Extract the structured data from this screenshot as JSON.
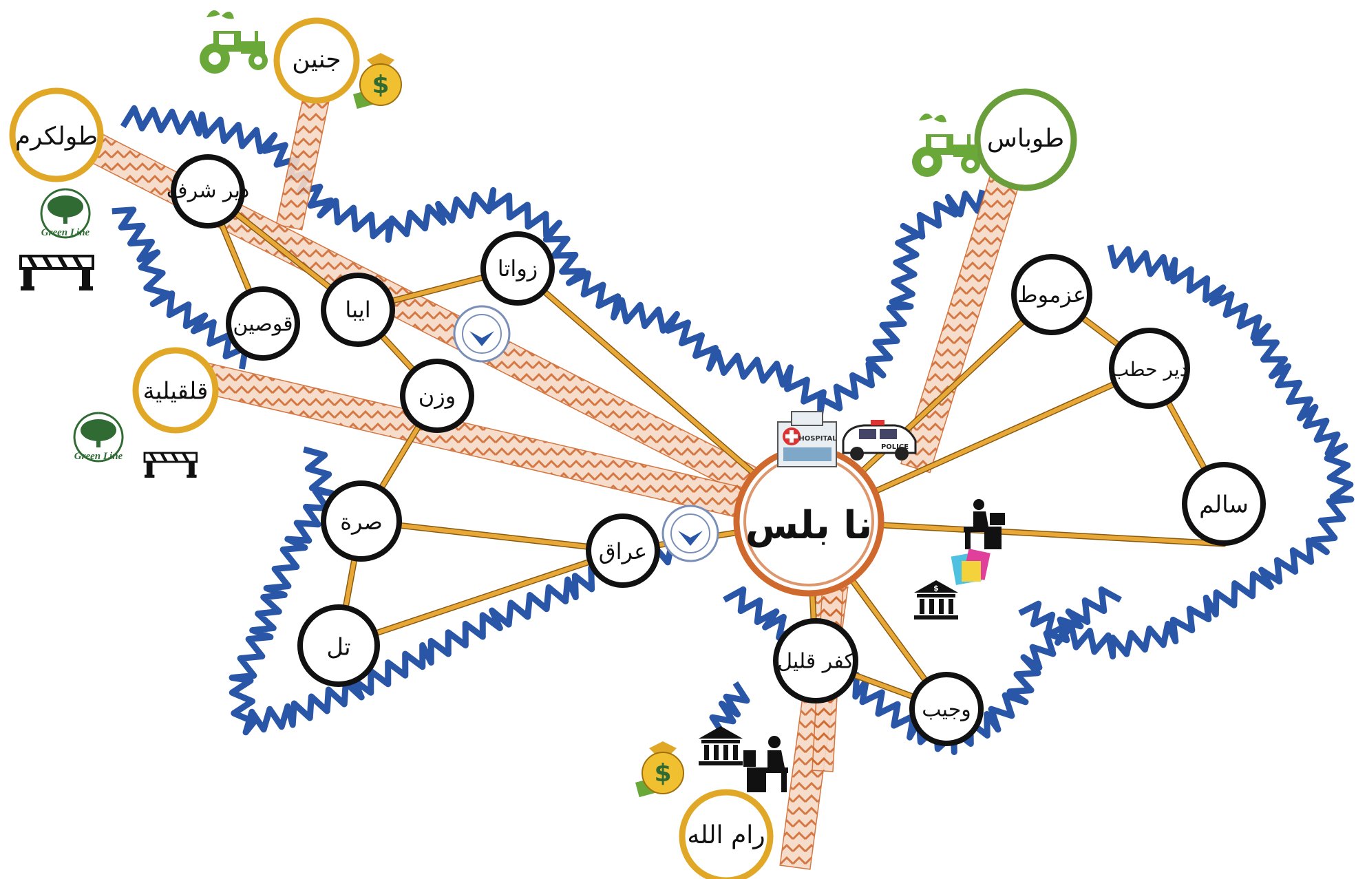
{
  "colors": {
    "blue_line": "#2a56a8",
    "road": "#e8a838",
    "arrow": "#d0692e",
    "hub_ring": "#d0692e",
    "city_ring_gold": "#e0a826",
    "city_ring_green": "#6a9e3a",
    "town_ring": "#111111",
    "tractor": "#6aa83a"
  },
  "hub": {
    "label": "نا بلس"
  },
  "cities": [
    {
      "id": "jenin",
      "label": "جنين",
      "ring": "gold"
    },
    {
      "id": "tulkarm",
      "label": "طولكرم",
      "ring": "gold"
    },
    {
      "id": "qalqilya",
      "label": "قلقيلية",
      "ring": "gold"
    },
    {
      "id": "tubas",
      "label": "طوباس",
      "ring": "green"
    },
    {
      "id": "ramallah",
      "label": "رام الله",
      "ring": "gold"
    }
  ],
  "towns": [
    {
      "id": "deir-sharaf",
      "label": "دير شرف"
    },
    {
      "id": "zawata",
      "label": "زواتا"
    },
    {
      "id": "quseen",
      "label": "قوصين"
    },
    {
      "id": "iba",
      "label": "ايبا"
    },
    {
      "id": "wazn",
      "label": "وزن"
    },
    {
      "id": "sarra",
      "label": "صرة"
    },
    {
      "id": "tal",
      "label": "تل"
    },
    {
      "id": "iraq",
      "label": "عراق"
    },
    {
      "id": "azmut",
      "label": "عزموط"
    },
    {
      "id": "deir-hatab",
      "label": "دير حطب"
    },
    {
      "id": "salem",
      "label": "سالم"
    },
    {
      "id": "kafr-qalil",
      "label": "كفر قليل"
    },
    {
      "id": "wajib",
      "label": "وجيب"
    }
  ],
  "icons": {
    "green_line_text": "Green Line",
    "hospital_text": "HOSPITAL",
    "police_text": "POLICE",
    "dollar_sign": "$"
  }
}
